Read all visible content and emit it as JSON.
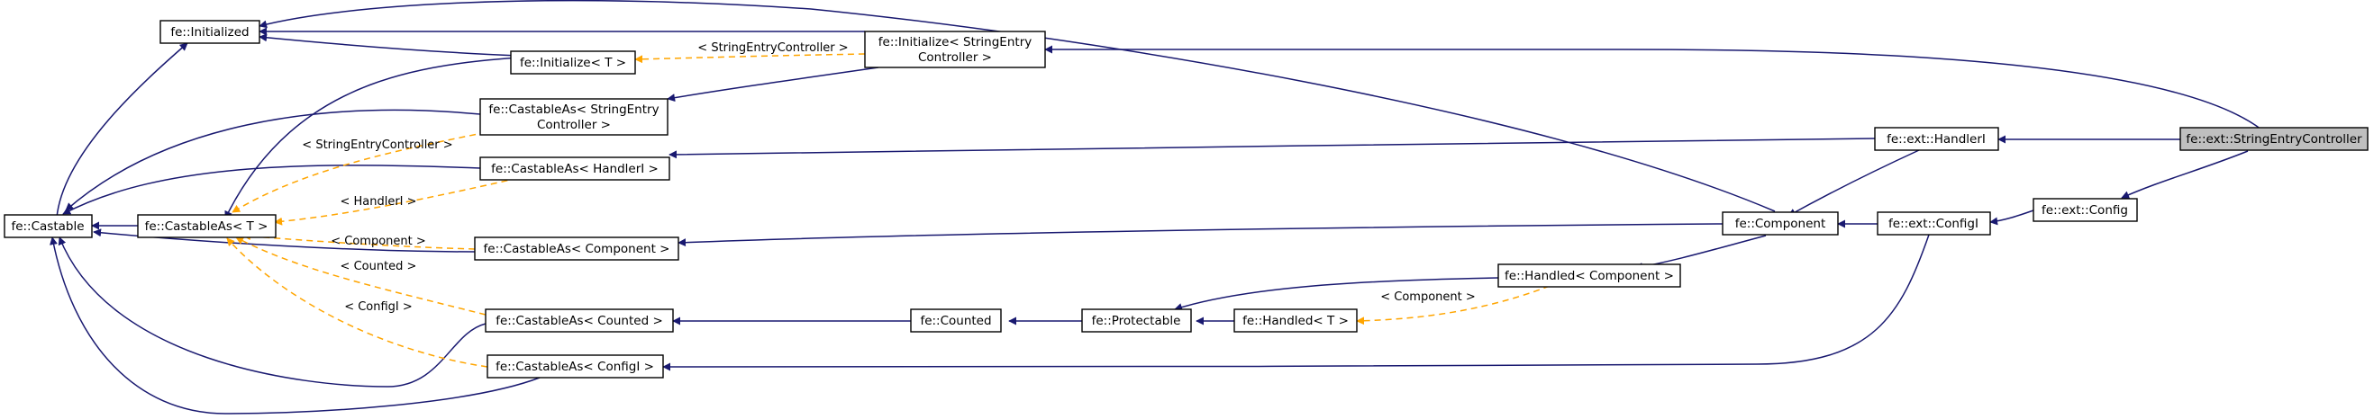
{
  "nodes": {
    "initialized": "fe::Initialized",
    "castable": "fe::Castable",
    "castable_as_t": "fe::CastableAs< T >",
    "initialize_t": "fe::Initialize< T >",
    "castable_as_sec": [
      "fe::CastableAs< StringEntry",
      "Controller >"
    ],
    "castable_as_handleri": "fe::CastableAs< HandlerI >",
    "castable_as_component": "fe::CastableAs< Component >",
    "castable_as_counted": "fe::CastableAs< Counted >",
    "castable_as_configi": "fe::CastableAs< ConfigI >",
    "initialize_sec": [
      "fe::Initialize< StringEntry",
      "Controller >"
    ],
    "counted": "fe::Counted",
    "protectable": "fe::Protectable",
    "handled_t": "fe::Handled< T >",
    "handled_component": "fe::Handled< Component >",
    "component": "fe::Component",
    "handleri": "fe::ext::HandlerI",
    "configi": "fe::ext::ConfigI",
    "config": "fe::ext::Config",
    "string_entry_controller": "fe::ext::StringEntryController"
  },
  "edge_labels": {
    "sec_initialize": "< StringEntryController >",
    "sec_castable": "< StringEntryController >",
    "handleri": "< HandlerI >",
    "component": "< Component >",
    "counted": "< Counted >",
    "configi": "< ConfigI >",
    "handled_component": "< Component >"
  },
  "colors": {
    "inheritance_edge": "#191970",
    "template_edge": "#ffa500",
    "current_node_fill": "#bfbfbf"
  }
}
